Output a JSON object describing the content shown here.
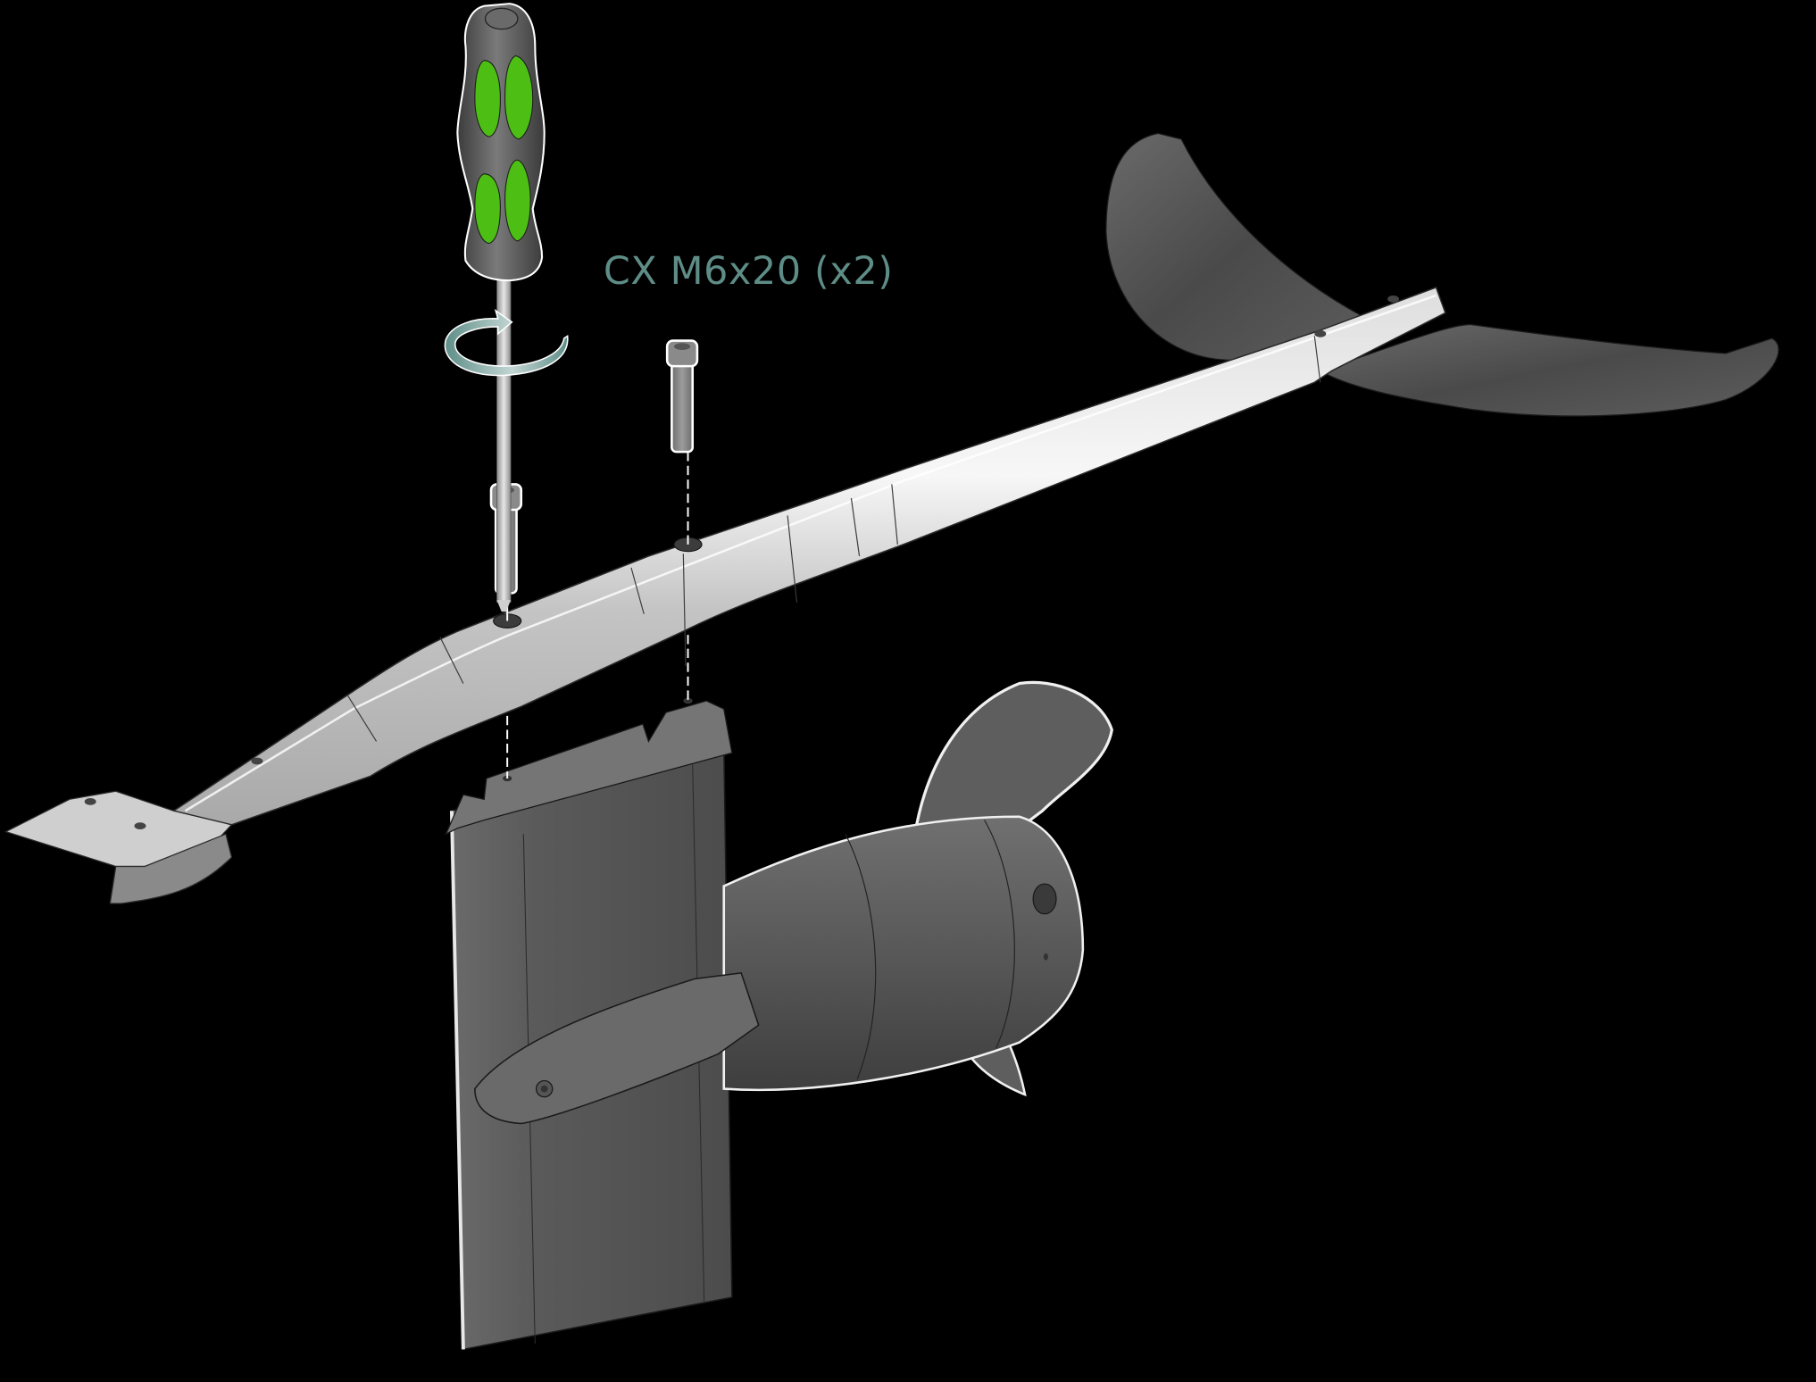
{
  "diagram": {
    "type": "exploded-assembly-instruction",
    "background": "#000000",
    "callout": {
      "text": "CX M6x20 (x2)",
      "color": "#5E8C86"
    },
    "tool": {
      "name": "screwdriver",
      "handle_color": "#5A5A5A",
      "grip_color": "#4CBE14",
      "shaft_color": "#C8C8C8"
    },
    "action_indicator": {
      "name": "rotate-clockwise-arrow",
      "color": "#7FA7A1"
    },
    "fasteners": [
      {
        "id": "screw-1",
        "label": "socket head cap screw",
        "state": "in driver line"
      },
      {
        "id": "screw-2",
        "label": "socket head cap screw",
        "state": "awaiting insertion"
      }
    ],
    "parts": [
      {
        "id": "fuselage",
        "color": "#C9C9C9"
      },
      {
        "id": "front-plate",
        "color": "#BDBDBD"
      },
      {
        "id": "tail-stabilizer",
        "color": "#5A5A5A"
      },
      {
        "id": "mast",
        "color": "#5C5C5C"
      },
      {
        "id": "motor-pod",
        "color": "#565656"
      },
      {
        "id": "propeller",
        "color": "#5E5E5E"
      }
    ]
  }
}
